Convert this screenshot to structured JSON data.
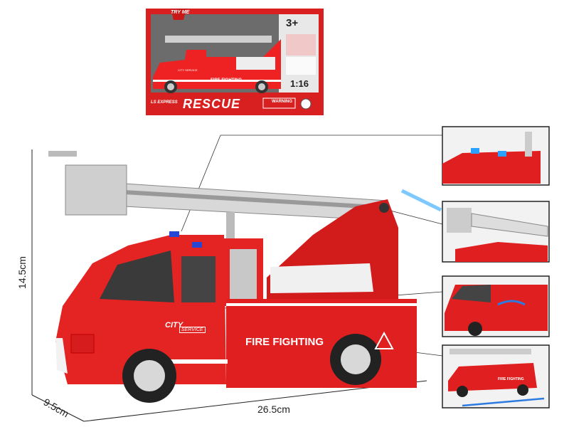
{
  "package": {
    "badge": "TRY ME",
    "age": "3+",
    "scale": "1:16",
    "brand": "LS EXPRESS",
    "title": "RESCUE",
    "warning": "WARNING",
    "truck_text": "FIRE FIGHTING",
    "truck_city": "CITY SERVICE"
  },
  "truck": {
    "side_text": "FIRE FIGHTING",
    "city_text": "CITY",
    "service_text": "SERVICE",
    "body_color": "#e02020"
  },
  "dimensions": {
    "height": "14.5cm",
    "depth": "9.5cm",
    "length": "26.5cm"
  },
  "insets": [
    {
      "feature": "sound-and-lights"
    },
    {
      "feature": "water-spray"
    },
    {
      "feature": "opening-door"
    },
    {
      "feature": "friction-drive",
      "text": "FIRE FIGHTING"
    }
  ]
}
